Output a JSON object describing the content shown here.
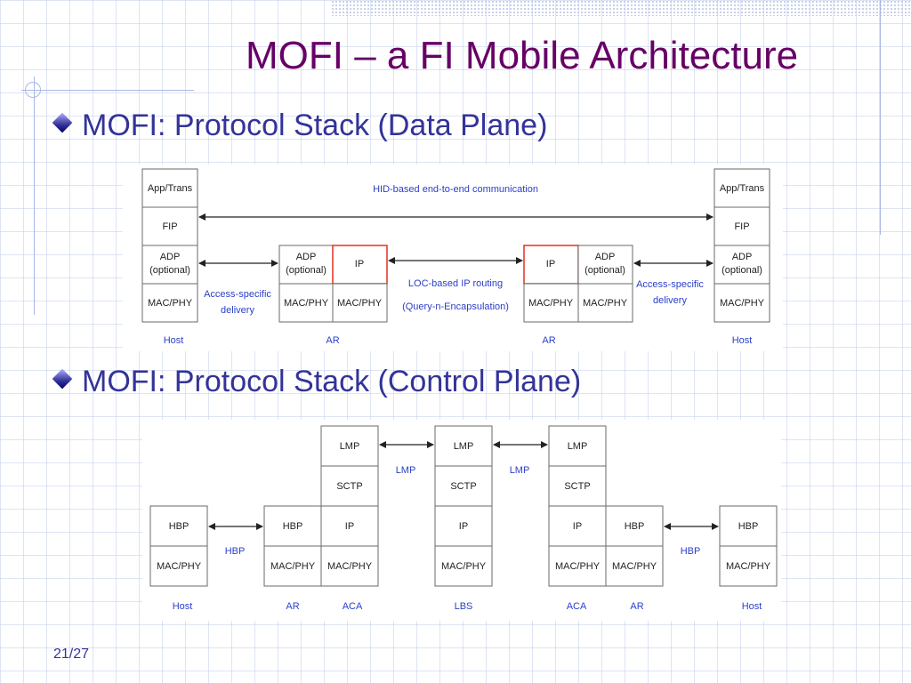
{
  "title": "MOFI – a FI Mobile Architecture",
  "bullets": [
    "MOFI: Protocol Stack (Data Plane)",
    "MOFI: Protocol Stack (Control Plane)"
  ],
  "page_number": "21/27",
  "data_plane": {
    "hid_label": "HID-based end-to-end communication",
    "loc_routing": "LOC-based IP routing",
    "query_encap": "(Query-n-Encapsulation)",
    "access_left_1": "Access-specific",
    "access_left_2": "delivery",
    "access_right_1": "Access-specific",
    "access_right_2": "delivery",
    "host_left": {
      "app": "App/Trans",
      "fip": "FIP",
      "adp1": "ADP",
      "adp2": "(optional)",
      "mac": "MAC/PHY",
      "name": "Host"
    },
    "ar_left": {
      "adp1": "ADP",
      "adp2": "(optional)",
      "ip": "IP",
      "mac1": "MAC/PHY",
      "mac2": "MAC/PHY",
      "name": "AR"
    },
    "ar_right": {
      "ip": "IP",
      "adp1": "ADP",
      "adp2": "(optional)",
      "mac1": "MAC/PHY",
      "mac2": "MAC/PHY",
      "name": "AR"
    },
    "host_right": {
      "app": "App/Trans",
      "fip": "FIP",
      "adp1": "ADP",
      "adp2": "(optional)",
      "mac": "MAC/PHY",
      "name": "Host"
    }
  },
  "control_plane": {
    "lmp_link_1": "LMP",
    "lmp_link_2": "LMP",
    "hbp_link_left": "HBP",
    "hbp_link_right": "HBP",
    "host_left": {
      "hbp": "HBP",
      "mac": "MAC/PHY",
      "name": "Host"
    },
    "ar_left": {
      "hbp": "HBP",
      "mac": "MAC/PHY",
      "name": "AR"
    },
    "aca_left": {
      "lmp": "LMP",
      "sctp": "SCTP",
      "ip": "IP",
      "mac": "MAC/PHY",
      "name": "ACA"
    },
    "lbs": {
      "lmp": "LMP",
      "sctp": "SCTP",
      "ip": "IP",
      "mac": "MAC/PHY",
      "name": "LBS"
    },
    "aca_right": {
      "lmp": "LMP",
      "sctp": "SCTP",
      "ip": "IP",
      "mac": "MAC/PHY",
      "name": "ACA"
    },
    "ar_right": {
      "hbp": "HBP",
      "mac": "MAC/PHY",
      "name": "AR"
    },
    "host_right": {
      "hbp": "HBP",
      "mac": "MAC/PHY",
      "name": "Host"
    }
  }
}
